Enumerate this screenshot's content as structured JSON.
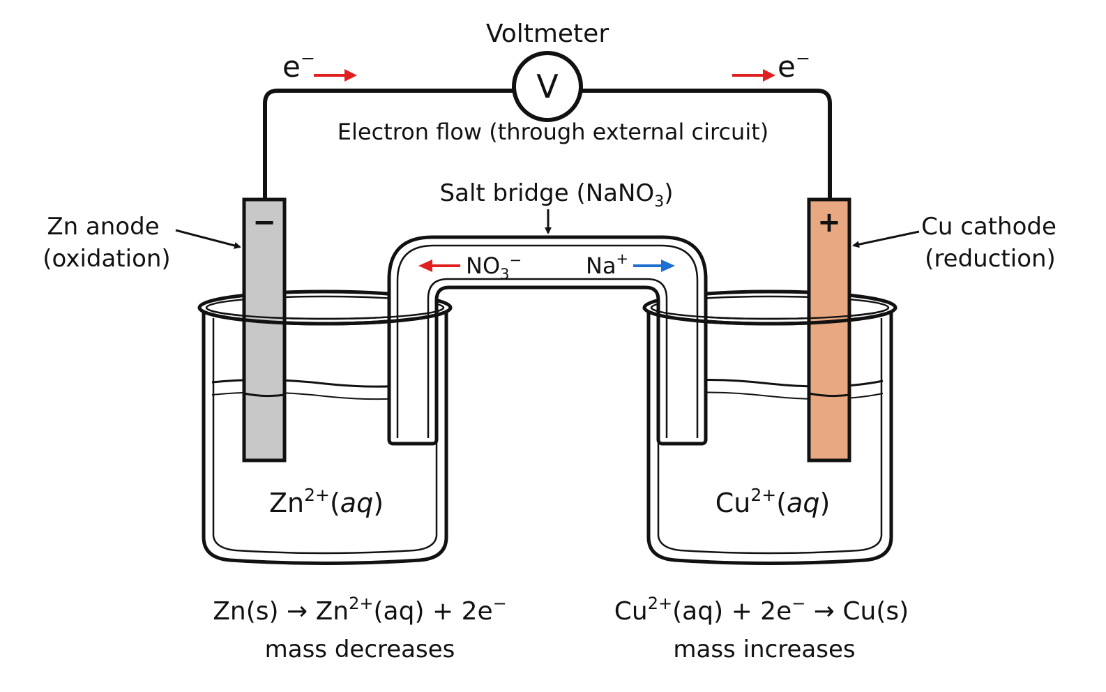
{
  "voltmeter": {
    "title": "Voltmeter",
    "symbol": "V"
  },
  "circuit": {
    "electron_left": {
      "base": "e",
      "sup": "−"
    },
    "electron_right": {
      "base": "e",
      "sup": "−"
    },
    "flow_label": "Electron flow (through external circuit)"
  },
  "salt_bridge": {
    "label_prefix": "Salt bridge (NaNO",
    "label_sub": "3",
    "label_suffix": ")",
    "anion": {
      "base": "NO",
      "sub": "3",
      "sup": "−"
    },
    "cation": {
      "base": "Na",
      "sup": "+"
    }
  },
  "anode": {
    "sign": "−",
    "line1": "Zn anode",
    "line2": "(oxidation)"
  },
  "cathode": {
    "sign": "+",
    "line1": "Cu cathode",
    "line2": "(reduction)"
  },
  "left_beaker": {
    "ion_base": "Zn",
    "ion_sup": "2+",
    "ion_phase": "(",
    "ion_phase_it": "aq",
    "ion_close": ")"
  },
  "right_beaker": {
    "ion_base": "Cu",
    "ion_sup": "2+",
    "ion_phase": "(",
    "ion_phase_it": "aq",
    "ion_close": ")"
  },
  "left_reaction": {
    "part1": "Zn(s) → Zn",
    "sup1": "2+",
    "part2": "(aq) + 2e",
    "sup2": "−",
    "note": "mass decreases"
  },
  "right_reaction": {
    "part1": "Cu",
    "sup1": "2+",
    "part2": "(aq) + 2e",
    "sup2": "−",
    "part3": " → Cu(s)",
    "note": "mass increases"
  },
  "colors": {
    "zinc": "#c8c8c8",
    "copper": "#e8a882",
    "electron_arrow": "#e02020",
    "anion_arrow": "#e02020",
    "cation_arrow": "#1e6fd0",
    "line": "#111111"
  }
}
